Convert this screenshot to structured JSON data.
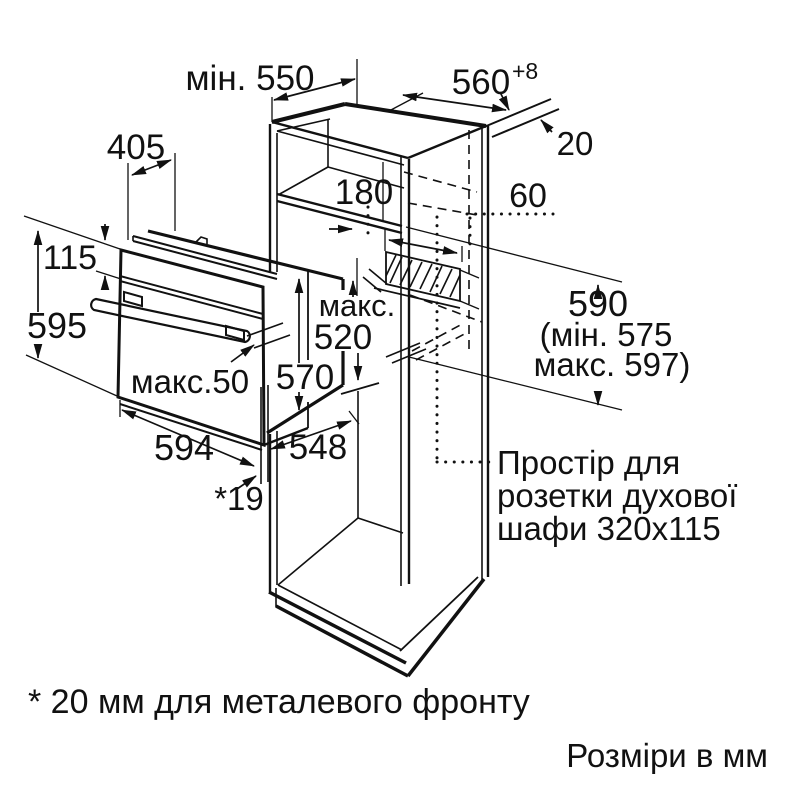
{
  "diagram": {
    "dims": {
      "niche_depth_min": "мін. 550",
      "niche_width": "560",
      "niche_width_tol": "+8",
      "rear_gap": "20",
      "upper_compartment_height": "180",
      "socket_offset": "60",
      "oven_top_depth": "405",
      "panel_height": "115",
      "oven_height": "595",
      "handle_max_depth": "макс.50",
      "recess_max_word": "макс.",
      "recess_max_value": "520",
      "body_height": "570",
      "oven_width": "594",
      "oven_depth": "548",
      "front_gap": "*19",
      "niche_height": "590",
      "niche_height_min": "(мін. 575",
      "niche_height_max": "макс. 597)"
    },
    "socket_note_line1": "Простір для",
    "socket_note_line2": "розетки духової",
    "socket_note_line3": "шафи 320x115",
    "footnote": "* 20 мм для металевого фронту",
    "units_note": "Розміри в мм",
    "colors": {
      "line": "#111111",
      "background": "#ffffff"
    }
  }
}
